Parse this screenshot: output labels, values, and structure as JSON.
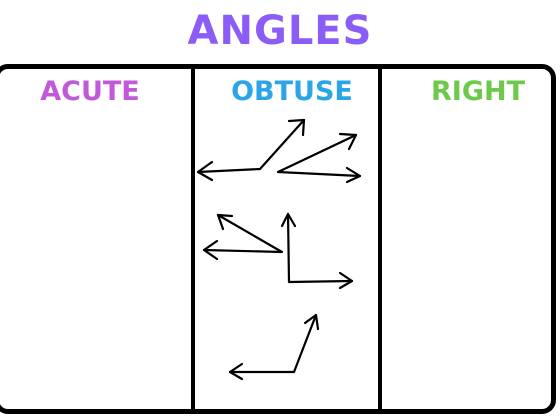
{
  "title": {
    "text": "ANGLES",
    "color": "#8b5cf6"
  },
  "columns": [
    {
      "label": "ACUTE",
      "color": "#c05ad8"
    },
    {
      "label": "OBTUSE",
      "color": "#2aa6e8"
    },
    {
      "label": "RIGHT",
      "color": "#6cc94a"
    }
  ],
  "drawings": [
    "obtuse-angle",
    "acute-angle",
    "acute-angle",
    "right-angle",
    "obtuse-angle"
  ]
}
